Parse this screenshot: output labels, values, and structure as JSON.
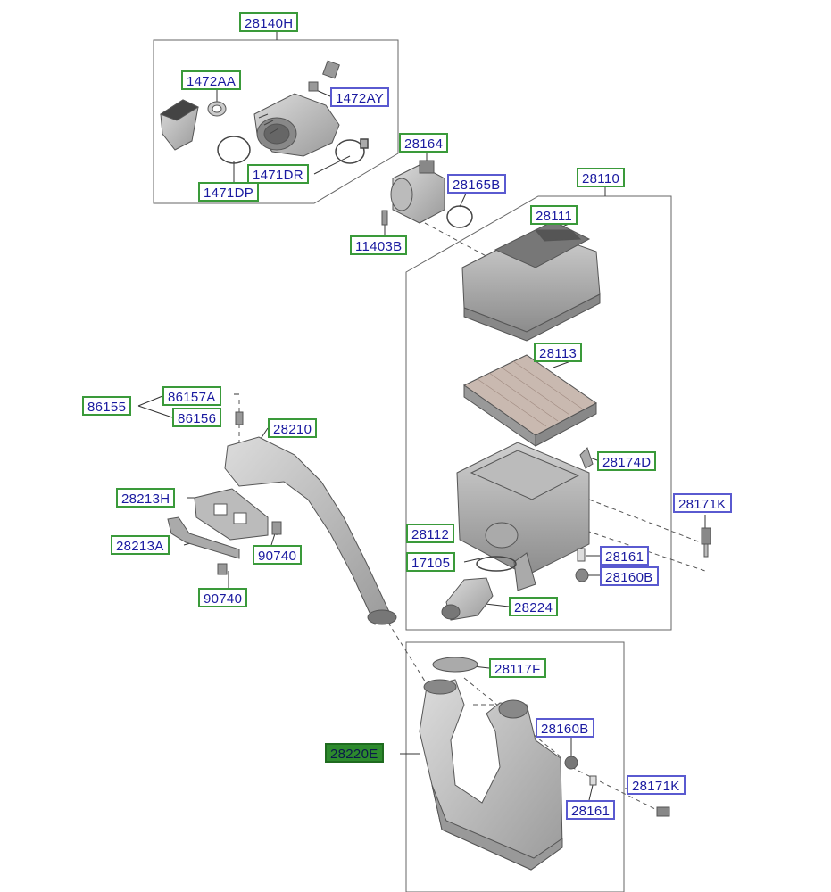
{
  "parts": {
    "p28140H": "28140H",
    "p1472AA": "1472AA",
    "p1472AY": "1472AY",
    "p1471DR": "1471DR",
    "p1471DP": "1471DP",
    "p28164": "28164",
    "p28165B": "28165B",
    "p11403B": "11403B",
    "p28110": "28110",
    "p28111": "28111",
    "p28113": "28113",
    "p28174D": "28174D",
    "p28171K_a": "28171K",
    "p28112": "28112",
    "p28161_a": "28161",
    "p17105": "17105",
    "p28160B_a": "28160B",
    "p28224": "28224",
    "p86155": "86155",
    "p86157A": "86157A",
    "p86156": "86156",
    "p28210": "28210",
    "p28213H": "28213H",
    "p28213A": "28213A",
    "p90740_a": "90740",
    "p90740_b": "90740",
    "p28117F": "28117F",
    "p28160B_b": "28160B",
    "p28220E": "28220E",
    "p28171K_b": "28171K",
    "p28161_b": "28161"
  },
  "colors": {
    "green_border": "#3a9a3a",
    "blue_border": "#5a5ad0",
    "label_text": "#1a1aa0",
    "selected_fill": "#2d8a2d"
  }
}
